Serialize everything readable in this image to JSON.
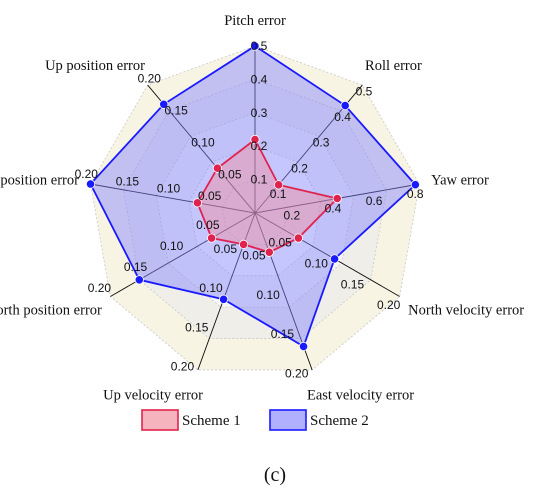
{
  "chart_data": {
    "type": "radar",
    "axes": [
      {
        "label": "Pitch error",
        "max": 0.5,
        "ticks": [
          "0.1",
          "0.2",
          "0.3",
          "0.4",
          "0.5"
        ]
      },
      {
        "label": "Roll error",
        "max": 0.5,
        "ticks": [
          "0.1",
          "0.2",
          "0.3",
          "0.4",
          "0.5"
        ]
      },
      {
        "label": "Yaw error",
        "max": 0.8,
        "ticks": [
          "0.2",
          "0.4",
          "0.6",
          "0.8"
        ]
      },
      {
        "label": "North velocity error",
        "max": 0.2,
        "ticks": [
          "0.05",
          "0.10",
          "0.15",
          "0.20"
        ]
      },
      {
        "label": "East velocity error",
        "max": 0.2,
        "ticks": [
          "0.05",
          "0.10",
          "0.15",
          "0.20"
        ]
      },
      {
        "label": "Up velocity error",
        "max": 0.2,
        "ticks": [
          "0.05",
          "0.10",
          "0.15",
          "0.20"
        ]
      },
      {
        "label": "North position error",
        "max": 0.2,
        "ticks": [
          "0.05",
          "0.10",
          "0.15",
          "0.20"
        ]
      },
      {
        "label": "East position error",
        "max": 0.2,
        "ticks": [
          "0.05",
          "0.10",
          "0.15",
          "0.20"
        ]
      },
      {
        "label": "Up position error",
        "max": 0.2,
        "ticks": [
          "0.05",
          "0.10",
          "0.15",
          "0.20"
        ]
      }
    ],
    "series": [
      {
        "name": "Scheme 1",
        "color": "#e0234e",
        "fill": "#f08a9a",
        "values": [
          0.22,
          0.11,
          0.4,
          0.06,
          0.05,
          0.04,
          0.06,
          0.07,
          0.07
        ]
      },
      {
        "name": "Scheme 2",
        "color": "#1a1aff",
        "fill": "#8080ff",
        "values": [
          0.5,
          0.42,
          0.78,
          0.11,
          0.17,
          0.11,
          0.16,
          0.2,
          0.17
        ]
      }
    ],
    "grid_colors": [
      "#ffffff",
      "#f6f6f6",
      "#f0eee9",
      "#f7f4e4"
    ],
    "legend_position": "bottom",
    "panel_label": "(c)"
  }
}
